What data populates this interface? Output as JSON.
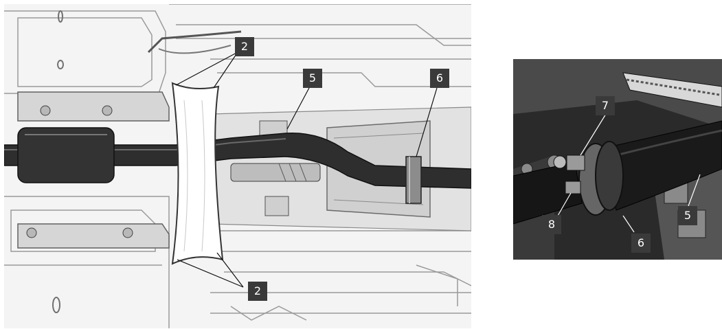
{
  "figure": {
    "left_callouts": {
      "c2_top": "2",
      "c5": "5",
      "c6": "6",
      "c2_bottom": "2"
    },
    "right_callouts": {
      "c7": "7",
      "c8": "8",
      "c6": "6",
      "c5": "5"
    },
    "callout_color": "#3a3a3a"
  }
}
